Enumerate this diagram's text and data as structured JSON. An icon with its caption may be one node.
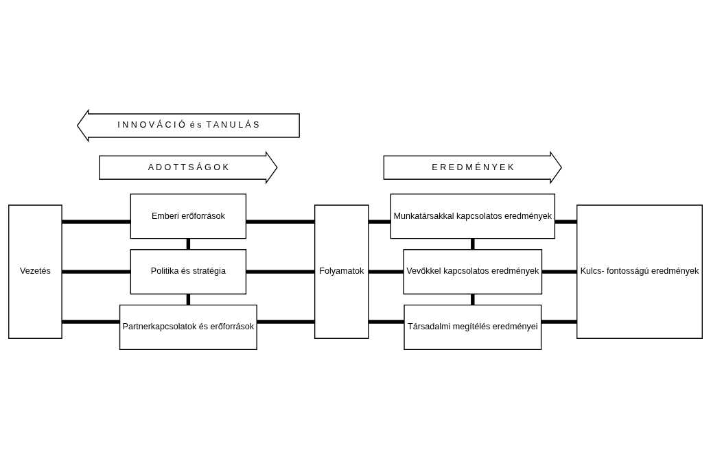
{
  "diagram": {
    "nodes": [
      {
        "text": [
          "A D O T T S Á G O K"
        ]
      },
      {
        "text": [
          "E R E D M É N Y E K"
        ]
      },
      {
        "text": [
          "Vezetés"
        ]
      },
      {
        "text": [
          "Emberi erőforrások"
        ]
      },
      {
        "text": [
          "Politika és stratégia"
        ]
      },
      {
        "text": [
          "Partnerkapcsolatok és erőforrások"
        ]
      },
      {
        "text": [
          "Folyamatok"
        ]
      },
      {
        "text": [
          "Munkatársakkal kapcsolatos eredmények"
        ]
      },
      {
        "text": [
          "Vevőkkel kapcsolatos eredmények"
        ]
      },
      {
        "text": [
          "Társadalmi megítélés eredményei"
        ]
      },
      {
        "text": [
          "Kulcs- fontosságú eredmények"
        ]
      },
      {
        "text": [
          "I N N O V Á C I Ó  é s  T A N U L Á S"
        ]
      }
    ],
    "edges": [
      {
        "from": 2,
        "to": 3,
        "arrow": "none"
      },
      {
        "from": 2,
        "to": 4,
        "arrow": "none"
      },
      {
        "from": 2,
        "to": 5,
        "arrow": "none"
      },
      {
        "from": 3,
        "to": 4,
        "arrow": "none"
      },
      {
        "from": 4,
        "to": 5,
        "arrow": "none"
      },
      {
        "from": 3,
        "to": 6,
        "arrow": "none"
      },
      {
        "from": 4,
        "to": 6,
        "arrow": "none"
      },
      {
        "from": 5,
        "to": 6,
        "arrow": "none"
      },
      {
        "from": 6,
        "to": 7,
        "arrow": "none"
      },
      {
        "from": 6,
        "to": 8,
        "arrow": "none"
      },
      {
        "from": 6,
        "to": 9,
        "arrow": "none"
      },
      {
        "from": 7,
        "to": 8,
        "arrow": "none"
      },
      {
        "from": 8,
        "to": 9,
        "arrow": "none"
      },
      {
        "from": 7,
        "to": 10,
        "arrow": "none"
      },
      {
        "from": 8,
        "to": 10,
        "arrow": "none"
      },
      {
        "from": 9,
        "to": 10,
        "arrow": "none"
      }
    ]
  }
}
